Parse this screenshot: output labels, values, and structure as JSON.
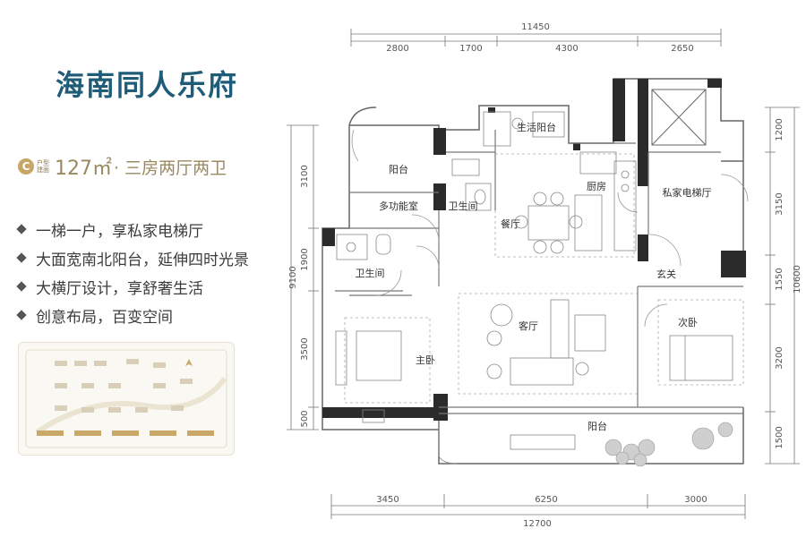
{
  "title": "海南同人乐府",
  "unit": {
    "badge": "C",
    "small_1": "户型",
    "small_2": "建面",
    "area": "127㎡",
    "rooms": "· 三房两厅两卫"
  },
  "features": [
    "一梯一户，享私家电梯厅",
    "大面宽南北阳台，延伸四时光景",
    "大横厅设计，享舒奢生活",
    "创意布局，百变空间"
  ],
  "rooms": {
    "living_balcony": "生活阳台",
    "balcony_north": "阳台",
    "multi_room": "多功能室",
    "bath_1": "卫生间",
    "kitchen": "厨房",
    "elevator_hall": "私家电梯厅",
    "dining": "餐厅",
    "bath_2": "卫生间",
    "foyer": "玄关",
    "living": "客厅",
    "bedroom_2": "次卧",
    "master": "主卧",
    "balcony_south": "阳台"
  },
  "dimensions": {
    "top_total": "11450",
    "top": [
      "2800",
      "1700",
      "4300",
      "2650"
    ],
    "bottom": [
      "3450",
      "6250",
      "3000"
    ],
    "bottom_total": "12700",
    "left_total": "9100",
    "left": [
      "3100",
      "1900",
      "3500",
      "500"
    ],
    "right": [
      "1200",
      "3150",
      "1550",
      "3200",
      "1500"
    ],
    "right_total": "10600"
  }
}
